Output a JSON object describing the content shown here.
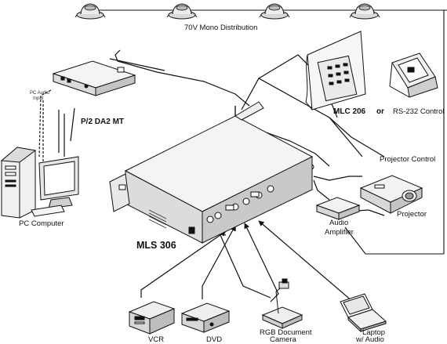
{
  "labels": {
    "distribution": "70V Mono Distribution",
    "da2": "P/2 DA2 MT",
    "pc_audio_input_line1": "PC Audio",
    "pc_audio_input_line2": "Input",
    "pc_computer": "PC Computer",
    "mlc206": "MLC 206",
    "or": "or",
    "rs232": "RS-232 Control",
    "projector_control": "Projector Control",
    "projector": "Projector",
    "audio_amp_line1": "Audio",
    "audio_amp_line2": "Amplifier",
    "mls306": "MLS 306",
    "vcr": "VCR",
    "dvd": "DVD",
    "doc_cam_line1": "RGB Document",
    "doc_cam_line2": "Camera",
    "laptop_line1": "Laptop",
    "laptop_line2": "w/ Audio"
  },
  "icons": {
    "speaker": "ceiling-speaker-icon",
    "computer": "desktop-computer-icon",
    "switcher": "switcher-icon",
    "projector": "projector-icon",
    "amplifier": "amplifier-icon",
    "vcr": "vcr-icon",
    "dvd": "dvd-player-icon",
    "document_camera": "document-camera-icon",
    "laptop": "laptop-icon",
    "wallplate": "wall-control-panel-icon",
    "touchpanel": "touch-panel-icon",
    "distribution_amp": "distribution-amplifier-icon"
  },
  "colors": {
    "line": "#111111",
    "device_fill": "#f2f2f2",
    "device_shade": "#bdbdbd"
  }
}
